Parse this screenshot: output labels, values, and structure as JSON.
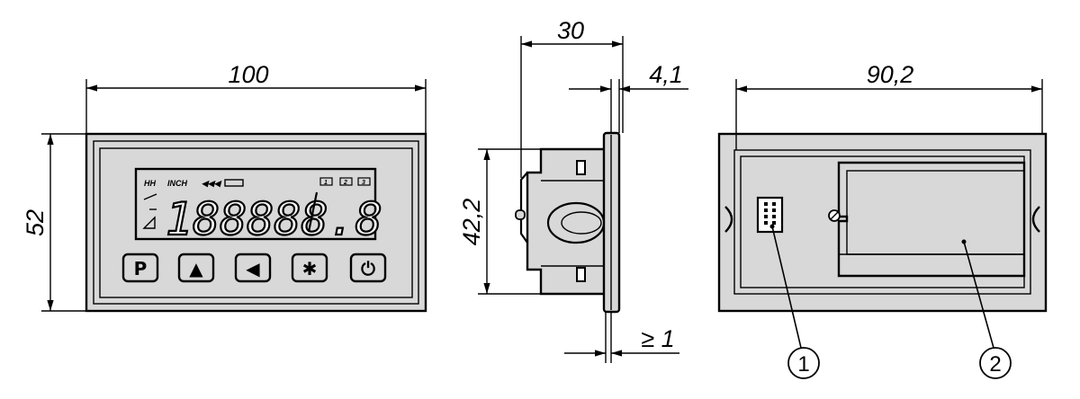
{
  "dimensions": {
    "front_width": "100",
    "front_height": "52",
    "side_depth": "30",
    "front_thickness": "4,1",
    "panel_cutout_height": "42,2",
    "panel_thickness": "≥ 1",
    "rear_width": "90,2"
  },
  "callouts": {
    "connector": "1",
    "battery_compartment": "2"
  },
  "lcd": {
    "indicator_1": "HH",
    "indicator_2": "INCH",
    "indicator_arrows": "◀◀◀",
    "digits": "188888.8",
    "flags": [
      "1",
      "2",
      "3"
    ]
  },
  "keys": [
    {
      "id": "p",
      "glyph": "P"
    },
    {
      "id": "up",
      "glyph": "▲"
    },
    {
      "id": "left",
      "glyph": "◀"
    },
    {
      "id": "star",
      "glyph": "✱"
    },
    {
      "id": "power",
      "glyph": "⏻"
    }
  ]
}
